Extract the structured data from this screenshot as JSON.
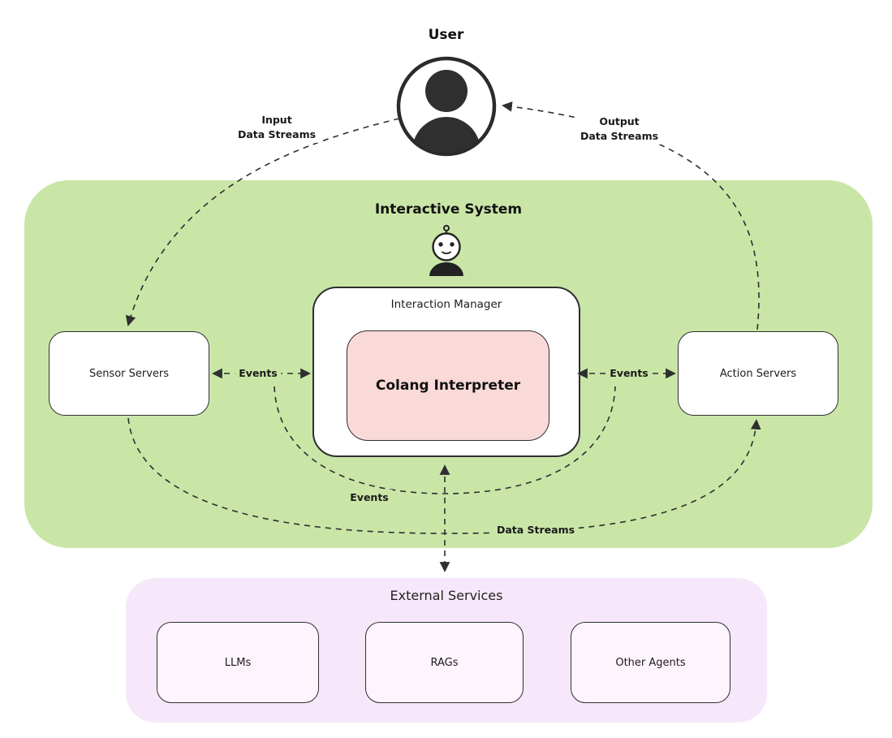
{
  "user": {
    "label": "User"
  },
  "interactive_system": {
    "title": "Interactive System",
    "interaction_manager": {
      "label": "Interaction Manager",
      "colang_interpreter": {
        "label": "Colang Interpreter"
      }
    },
    "sensor_servers": {
      "label": "Sensor Servers"
    },
    "action_servers": {
      "label": "Action Servers"
    }
  },
  "external_services": {
    "title": "External Services",
    "items": [
      {
        "label": "LLMs"
      },
      {
        "label": "RAGs"
      },
      {
        "label": "Other Agents"
      }
    ]
  },
  "edges": {
    "input_data_streams": {
      "lines": [
        "Input",
        "Data Streams"
      ]
    },
    "output_data_streams": {
      "lines": [
        "Output",
        "Data Streams"
      ]
    },
    "events_left": {
      "label": "Events"
    },
    "events_right": {
      "label": "Events"
    },
    "events_loop": {
      "label": "Events"
    },
    "data_streams_loop": {
      "label": "Data Streams"
    }
  },
  "icons": {
    "user": "user-avatar-icon",
    "robot": "robot-icon"
  },
  "colors": {
    "interactive_system_bg": "#c9e6a7",
    "external_services_bg": "#f7e7fa",
    "external_item_bg": "#fdf4fd",
    "colang_interpreter_bg": "#f9dad8",
    "line": "#2f2f2f",
    "text": "#1f1f1f"
  }
}
